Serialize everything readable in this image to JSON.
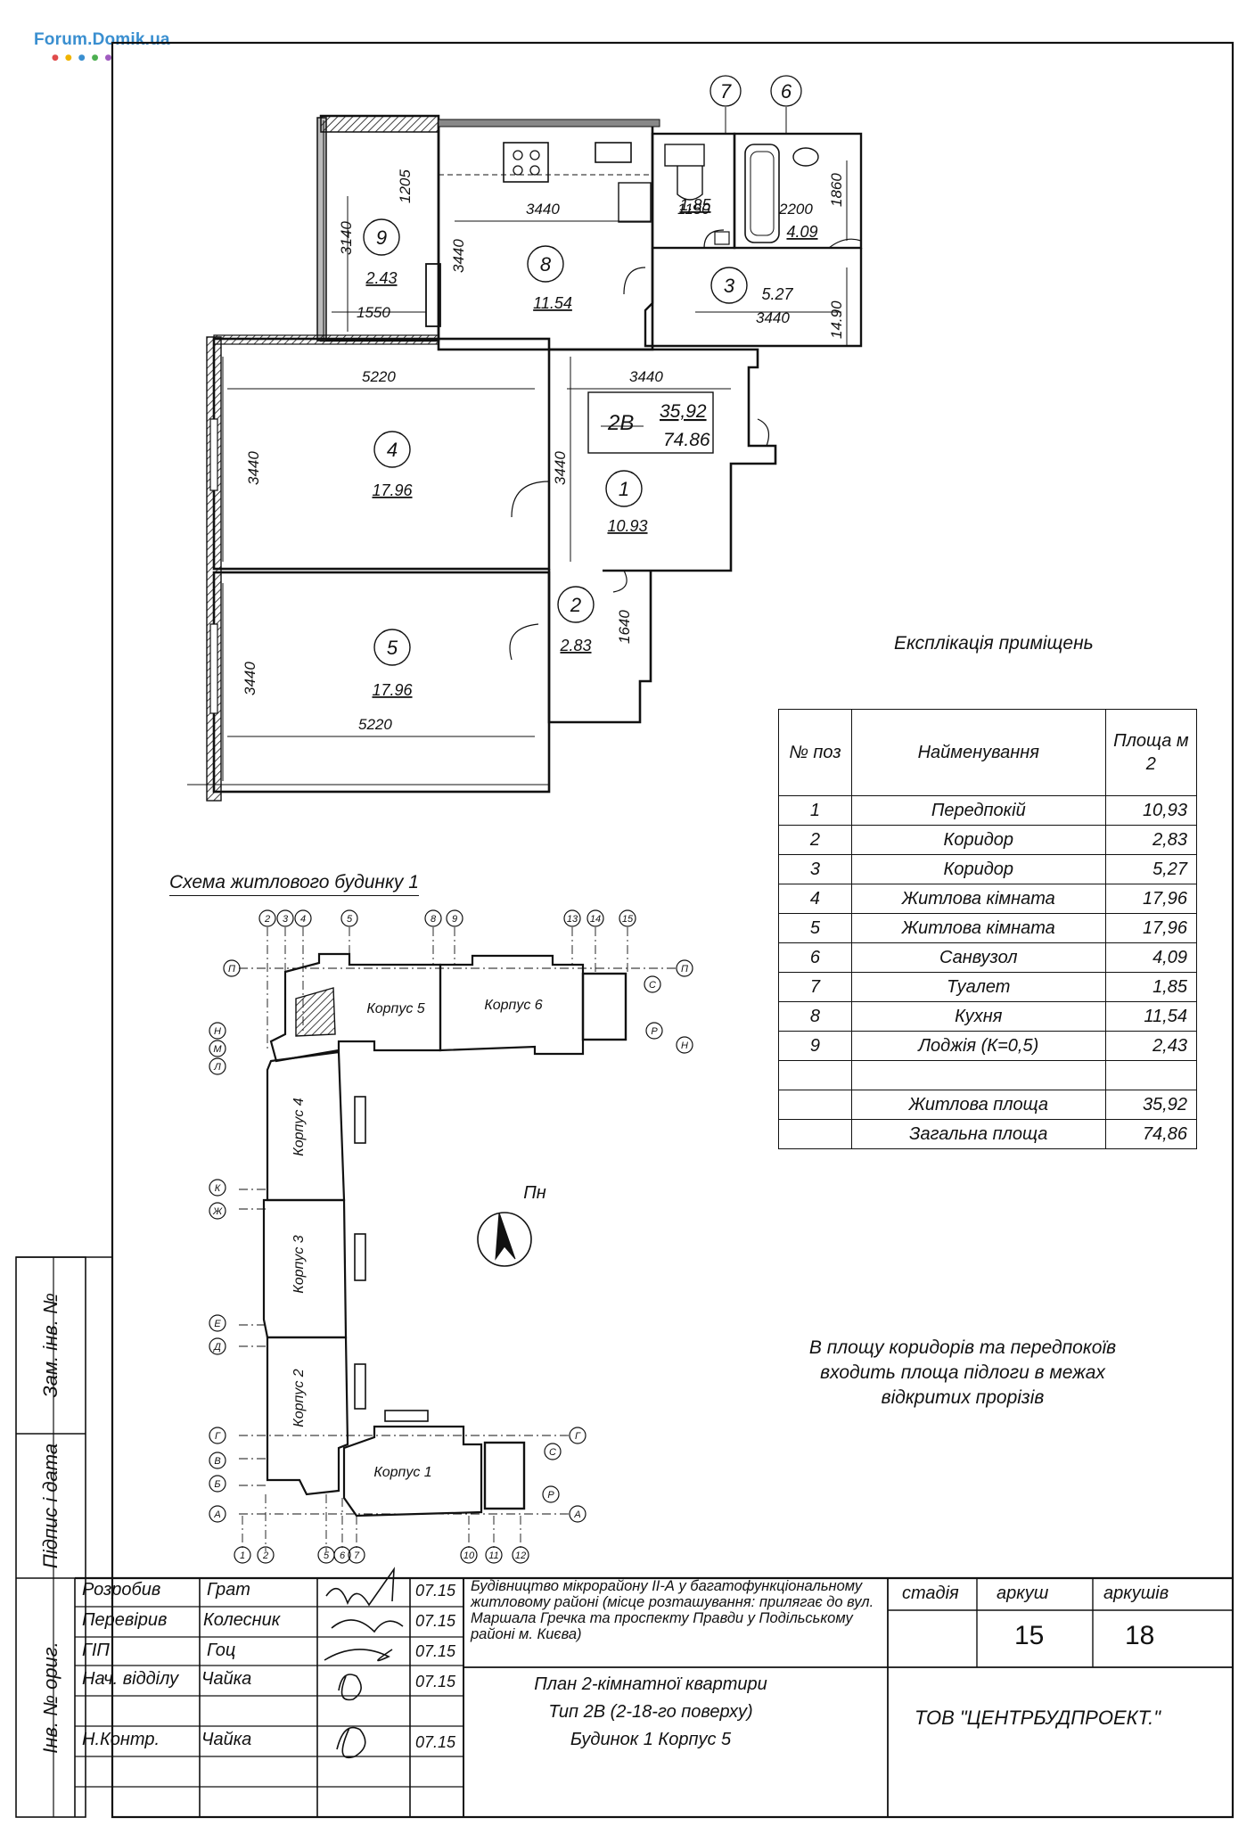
{
  "watermark": "Forum.Domik.ua",
  "plan": {
    "rooms": [
      {
        "num": "1",
        "area": "10.93"
      },
      {
        "num": "2",
        "area": "2.83"
      },
      {
        "num": "3",
        "area": "5.27"
      },
      {
        "num": "4",
        "area": "17.96"
      },
      {
        "num": "5",
        "area": "17.96"
      },
      {
        "num": "6",
        "area": "4.09"
      },
      {
        "num": "7",
        "area": "1.85"
      },
      {
        "num": "8",
        "area": "11.54"
      },
      {
        "num": "9",
        "area": "2.43"
      }
    ],
    "type_label": "2В",
    "living_area": "35,92",
    "total_area": "74.86",
    "dimensions": {
      "d3440_kitchen": "3440",
      "d1205": "1205",
      "d3140": "3140",
      "d3440_v9": "3440",
      "d1550": "1550",
      "d1150": "1150",
      "d2200": "2200",
      "d1860": "1860",
      "d3440_r3": "3440",
      "d1490": "14.90",
      "d5220_top": "5220",
      "d3440_hall": "3440",
      "d3440_r4": "3440",
      "d3440_r1": "3440",
      "d1640": "1640",
      "d3440_r5": "3440",
      "d5220_bottom": "5220"
    }
  },
  "explication": {
    "title": "Експлікація приміщень",
    "head_pos": "№ поз",
    "head_name": "Найменування",
    "head_area": "Площа м 2",
    "rows": [
      {
        "pos": "1",
        "name": "Передпокій",
        "area": "10,93"
      },
      {
        "pos": "2",
        "name": "Коридор",
        "area": "2,83"
      },
      {
        "pos": "3",
        "name": "Коридор",
        "area": "5,27"
      },
      {
        "pos": "4",
        "name": "Житлова кімната",
        "area": "17,96"
      },
      {
        "pos": "5",
        "name": "Житлова кімната",
        "area": "17,96"
      },
      {
        "pos": "6",
        "name": "Санвузол",
        "area": "4,09"
      },
      {
        "pos": "7",
        "name": "Туалет",
        "area": "1,85"
      },
      {
        "pos": "8",
        "name": "Кухня",
        "area": "11,54"
      },
      {
        "pos": "9",
        "name": "Лоджія (К=0,5)",
        "area": "2,43"
      }
    ],
    "living_label": "Житлова площа",
    "living_value": "35,92",
    "total_label": "Загальна площа",
    "total_value": "74,86"
  },
  "scheme": {
    "title": "Схема житлового будинку 1",
    "north": "Пн",
    "buildings": [
      "Корпус 1",
      "Корпус 2",
      "Корпус 3",
      "Корпус 4",
      "Корпус 5",
      "Корпус 6"
    ],
    "axes_top": [
      "2",
      "3",
      "4",
      "5",
      "8",
      "9",
      "13",
      "14",
      "15"
    ],
    "axes_bottom": [
      "1",
      "2",
      "5",
      "6",
      "7",
      "10",
      "11",
      "12"
    ],
    "axes_letters": [
      "П",
      "Н",
      "М",
      "Л",
      "К",
      "Ж",
      "Е",
      "Д",
      "Г",
      "В",
      "Б",
      "А",
      "С",
      "Р"
    ]
  },
  "note": "В площу коридорів та передпокоїв входить площа підлоги в межах відкритих прорізів",
  "side_stamp": {
    "inv_zam": "Зам. інв. №",
    "sign_date": "Підпис і дата",
    "inv_orig": "Інв. № ориг."
  },
  "title_block": {
    "roles": [
      "Розробив",
      "Перевірив",
      "ГІП",
      "Нач. відділу",
      "",
      "Н.Контр."
    ],
    "names": [
      "Грат",
      "Колесник",
      "Гоц",
      "Чайка",
      "",
      "Чайка"
    ],
    "dates": [
      "07.15",
      "07.15",
      "07.15",
      "07.15",
      "",
      "07.15"
    ],
    "project": "Будівництво мікрорайону ІІ-А у багатофункціональному житловому районі (місце розташування: прилягає до вул. Маршала Гречка та проспекту Правди у Подільському районі м. Києва)",
    "stage_label": "стадія",
    "sheet_label": "аркуш",
    "sheets_label": "аркушів",
    "sheet": "15",
    "sheets": "18",
    "drawing_title_1": "План 2-кімнатної квартири",
    "drawing_title_2": "Тип 2В (2-18-го поверху)",
    "drawing_title_3": "Будинок 1 Корпус 5",
    "company": "ТОВ \"ЦЕНТРБУДПРОЕКТ.\""
  }
}
